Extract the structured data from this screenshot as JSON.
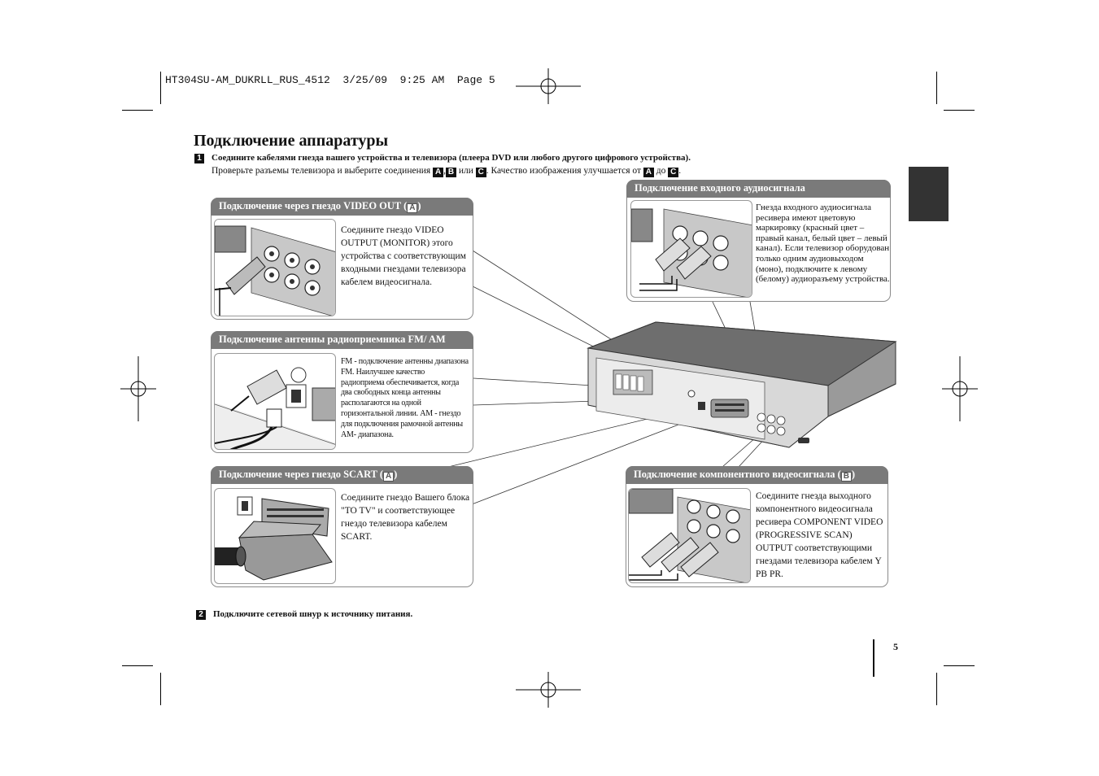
{
  "header": {
    "print_line": "HT304SU-AM_DUKRLL_RUS_4512  3/25/09  9:25 AM  Page 5"
  },
  "title": "Подключение аппаратуры",
  "step1": {
    "number": "1",
    "text": "Соедините кабелями гнезда вашего устройства и телевизора (плеера DVD или любого другого цифрового устройства).",
    "sub_prefix": "Проверьте разъемы телевизора и выберите соединения ",
    "letter_a": "A",
    "comma": ",",
    "letter_b": "B",
    "or": " или ",
    "letter_c": "C",
    "sub_middle": ". Качество изображения улучшается от ",
    "to": " до ",
    "period": "."
  },
  "panels": {
    "video_out": {
      "title": "Подключение через гнездо VIDEO OUT (",
      "tag": "A",
      "close": ")",
      "text": "Соедините гнездо VIDEO OUTPUT (MONITOR) этого устройства с соответствующим входными гнездами телевизора кабелем видеосигнала."
    },
    "antenna": {
      "title": "Подключение антенны радиоприемника FM/ AM",
      "text": "FM - подключение антенны диапазона FM. Наилучшее качество радиоприема обеспечивается, когда два свободных конца антенны располагаются на одной горизонтальной линии. AM - гнездо для подключения рамочной антенны AM- диапазона."
    },
    "scart": {
      "title": "Подключение через гнездо SCART (",
      "tag": "A",
      "close": ")",
      "text": "Соедините гнездо Вашего блока \"TO TV\" и соответствующее гнездо телевизора кабелем SCART."
    },
    "audio_in": {
      "title": "Подключение входного аудиосигнала",
      "text": "Гнезда входного аудиосигнала ресивера имеют цветовую маркировку (красный цвет – правый канал, белый цвет – левый канал).  Если телевизор оборудован только одним аудиовыходом (моно), подключите к левому (белому) аудиоразъему устройства."
    },
    "component": {
      "title": "Подключение компонентного видеосигнала (",
      "tag": "B",
      "close": ")",
      "text": "Соедините гнезда выходного компонентного видеосигнала ресивера COMPONENT VIDEO (PROGRESSIVE SCAN) OUTPUT соответствующими гнездами телевизора кабелем Y PB PR."
    }
  },
  "step2": {
    "number": "2",
    "text": "Подключите сетевой шнур к источнику питания."
  },
  "page_number": "5"
}
